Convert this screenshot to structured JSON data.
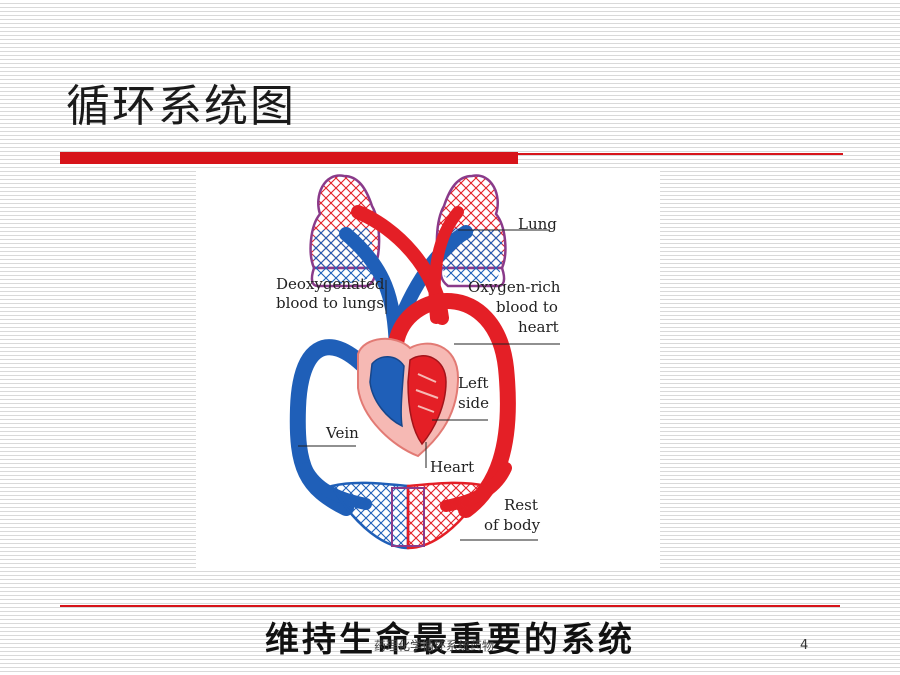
{
  "slide": {
    "title": "循环系统图",
    "caption": "维持生命最重要的系统",
    "footer": "药理化学循环系统药物",
    "page_number": "4",
    "accent_color": "#d7141a"
  },
  "diagram": {
    "labels": {
      "lung": "Lung",
      "deoxy_line1": "Deoxygenated",
      "deoxy_line2": "blood to lungs",
      "oxy_line1": "Oxygen-rich",
      "oxy_line2": "blood to",
      "oxy_line3": "heart",
      "left_line1": "Left",
      "left_line2": "side",
      "vein": "Vein",
      "heart": "Heart",
      "rest_line1": "Rest",
      "rest_line2": "of body"
    },
    "colors": {
      "oxygenated": "#e41f26",
      "deoxygenated": "#1f5fb8",
      "heart_sac": "#f6b9b4",
      "capillary_mix": "#8a3a8a"
    }
  }
}
